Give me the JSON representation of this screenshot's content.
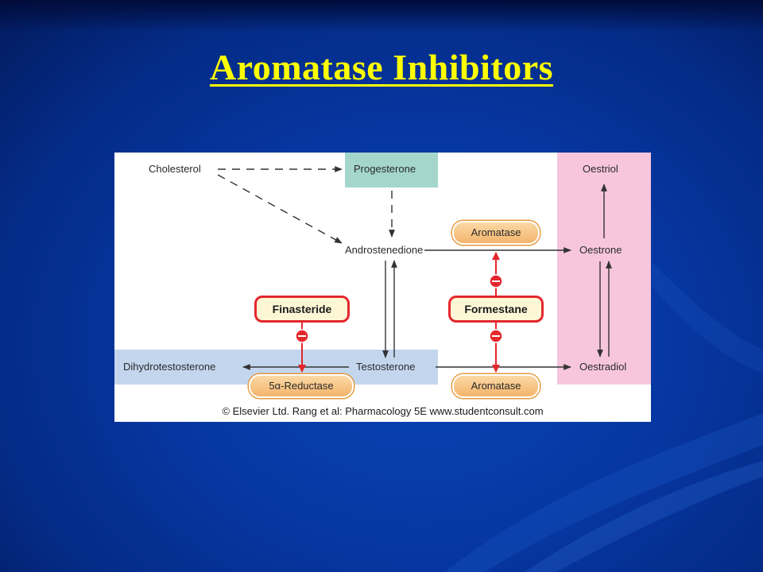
{
  "slide": {
    "title": "Aromatase Inhibitors"
  },
  "diagram": {
    "nodes": {
      "cholesterol": "Cholesterol",
      "progesterone": "Progesterone",
      "androstenedione": "Androstenedione",
      "testosterone": "Testosterone",
      "dihydrotestosterone": "Dihydrotestosterone",
      "oestriol": "Oestriol",
      "oestrone": "Oestrone",
      "oestradiol": "Oestradiol"
    },
    "enzymes": {
      "aromatase_top": "Aromatase",
      "aromatase_bottom": "Aromatase",
      "reductase": "5α-Reductase"
    },
    "drugs": {
      "finasteride": "Finasteride",
      "formestane": "Formestane"
    },
    "credit": "© Elsevier Ltd. Rang et al: Pharmacology 5E www.studentconsult.com",
    "colors": {
      "progesterone_box": "#a4d6cc",
      "dht_band": "#c3d6ee",
      "oestrogen_panel": "#f7c6dc",
      "inhibitor": "#e4272d"
    }
  }
}
